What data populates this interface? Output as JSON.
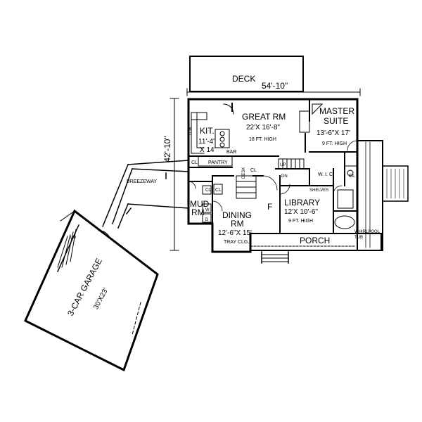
{
  "rooms": {
    "deck": "DECK",
    "great_rm": {
      "name": "GREAT RM",
      "size": "22'X 16'-8\"",
      "note": "18 FT. HIGH"
    },
    "master": {
      "name1": "MASTER",
      "name2": "SUITE",
      "size": "13'-6\"X 17'",
      "note": "9 FT. HIGH"
    },
    "kit": {
      "name": "KIT.",
      "size1": "11'-4\"",
      "size2": "X 14'"
    },
    "bar": "BAR",
    "pantry": "PANTRY",
    "cl": "CL",
    "desk": "DESK",
    "dn": "DN",
    "up": "UP",
    "wic": "W. I. C.",
    "shelves": "SHELVES",
    "library": {
      "name": "LIBRARY",
      "size": "12'X 10'-6\"",
      "note": "9 FT. HIGH"
    },
    "mud": {
      "name1": "MUD",
      "name2": "RM"
    },
    "dining": {
      "name1": "DINING",
      "name2": "RM",
      "size": "12'-6\"X 15'",
      "note": "TRAY CLG."
    },
    "foyer": "F",
    "porch": "PORCH",
    "whirlpool": {
      "line1": "WHIRLPOOL",
      "line2": "TUB"
    },
    "breezeway": "BREEZEWAY",
    "garage": {
      "name": "3-CAR GARAGE",
      "size": "30'X23'"
    },
    "dw": "D.W.",
    "w": "W",
    "d": "D"
  },
  "dimensions": {
    "width": "54'-10\"",
    "depth": "42'-10\""
  }
}
